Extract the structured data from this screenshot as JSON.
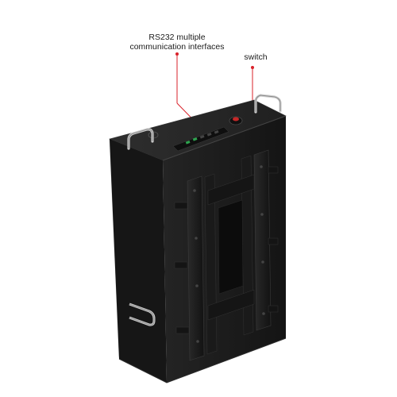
{
  "callouts": {
    "rs232": {
      "line1": "RS232 multiple",
      "line2": "communication interfaces"
    },
    "switch": {
      "label": "switch"
    }
  },
  "colors": {
    "background": "#ffffff",
    "battery_body": "#1e1e1e",
    "side_panel": "#e9e9e9",
    "callout_line": "#d9212a",
    "switch_red": "#c62828"
  }
}
